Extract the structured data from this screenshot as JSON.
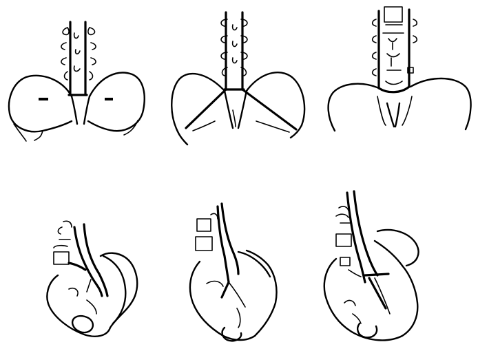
{
  "figure": {
    "ink_color": "#000000",
    "background": "#ffffff",
    "rows": [
      {
        "view": "posterior",
        "panels": [
          {
            "variant": "rods-to-sacrum"
          },
          {
            "variant": "rods-with-iliac-extension"
          },
          {
            "variant": "rods-with-vertebral-bodies"
          }
        ]
      },
      {
        "view": "oblique-lateral",
        "panels": [
          {
            "variant": "rods-into-pelvis"
          },
          {
            "variant": "rods-angled-into-pelvis"
          },
          {
            "variant": "rods-with-iliac-bar"
          }
        ]
      }
    ]
  }
}
